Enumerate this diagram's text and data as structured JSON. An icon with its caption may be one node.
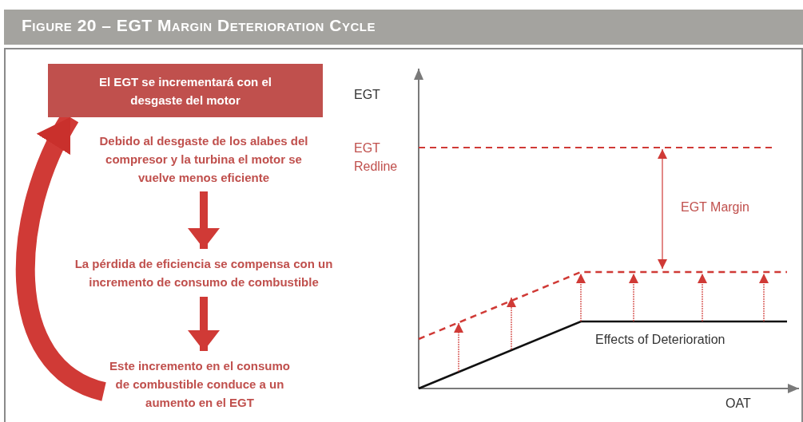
{
  "diagram": {
    "title": "Figure 20 – EGT Margin Deterioration Cycle",
    "nodes": [
      {
        "text": [
          "El EGT se incrementará con el desgaste del motor"
        ]
      },
      {
        "text": [
          "Debido al desgaste de los alabes del compresor y la turbina el motor se vuelve menos eficiente"
        ]
      },
      {
        "text": [
          "La pérdida de eficiencia se compensa con un incremento de consumo de combustible"
        ]
      },
      {
        "text": [
          "Este incremento en el consumo de combustible conduce a un aumento en el EGT"
        ]
      }
    ],
    "edges": [
      {
        "from": 1,
        "to": 2,
        "arrow": "to"
      },
      {
        "from": 2,
        "to": 3,
        "arrow": "to"
      },
      {
        "from": 3,
        "to": 0,
        "arrow": "to",
        "style": "thick"
      }
    ],
    "labels": [
      "EGT",
      "EGT Redline",
      "EGT Margin",
      "Effects of Deterioration",
      "OAT"
    ]
  }
}
